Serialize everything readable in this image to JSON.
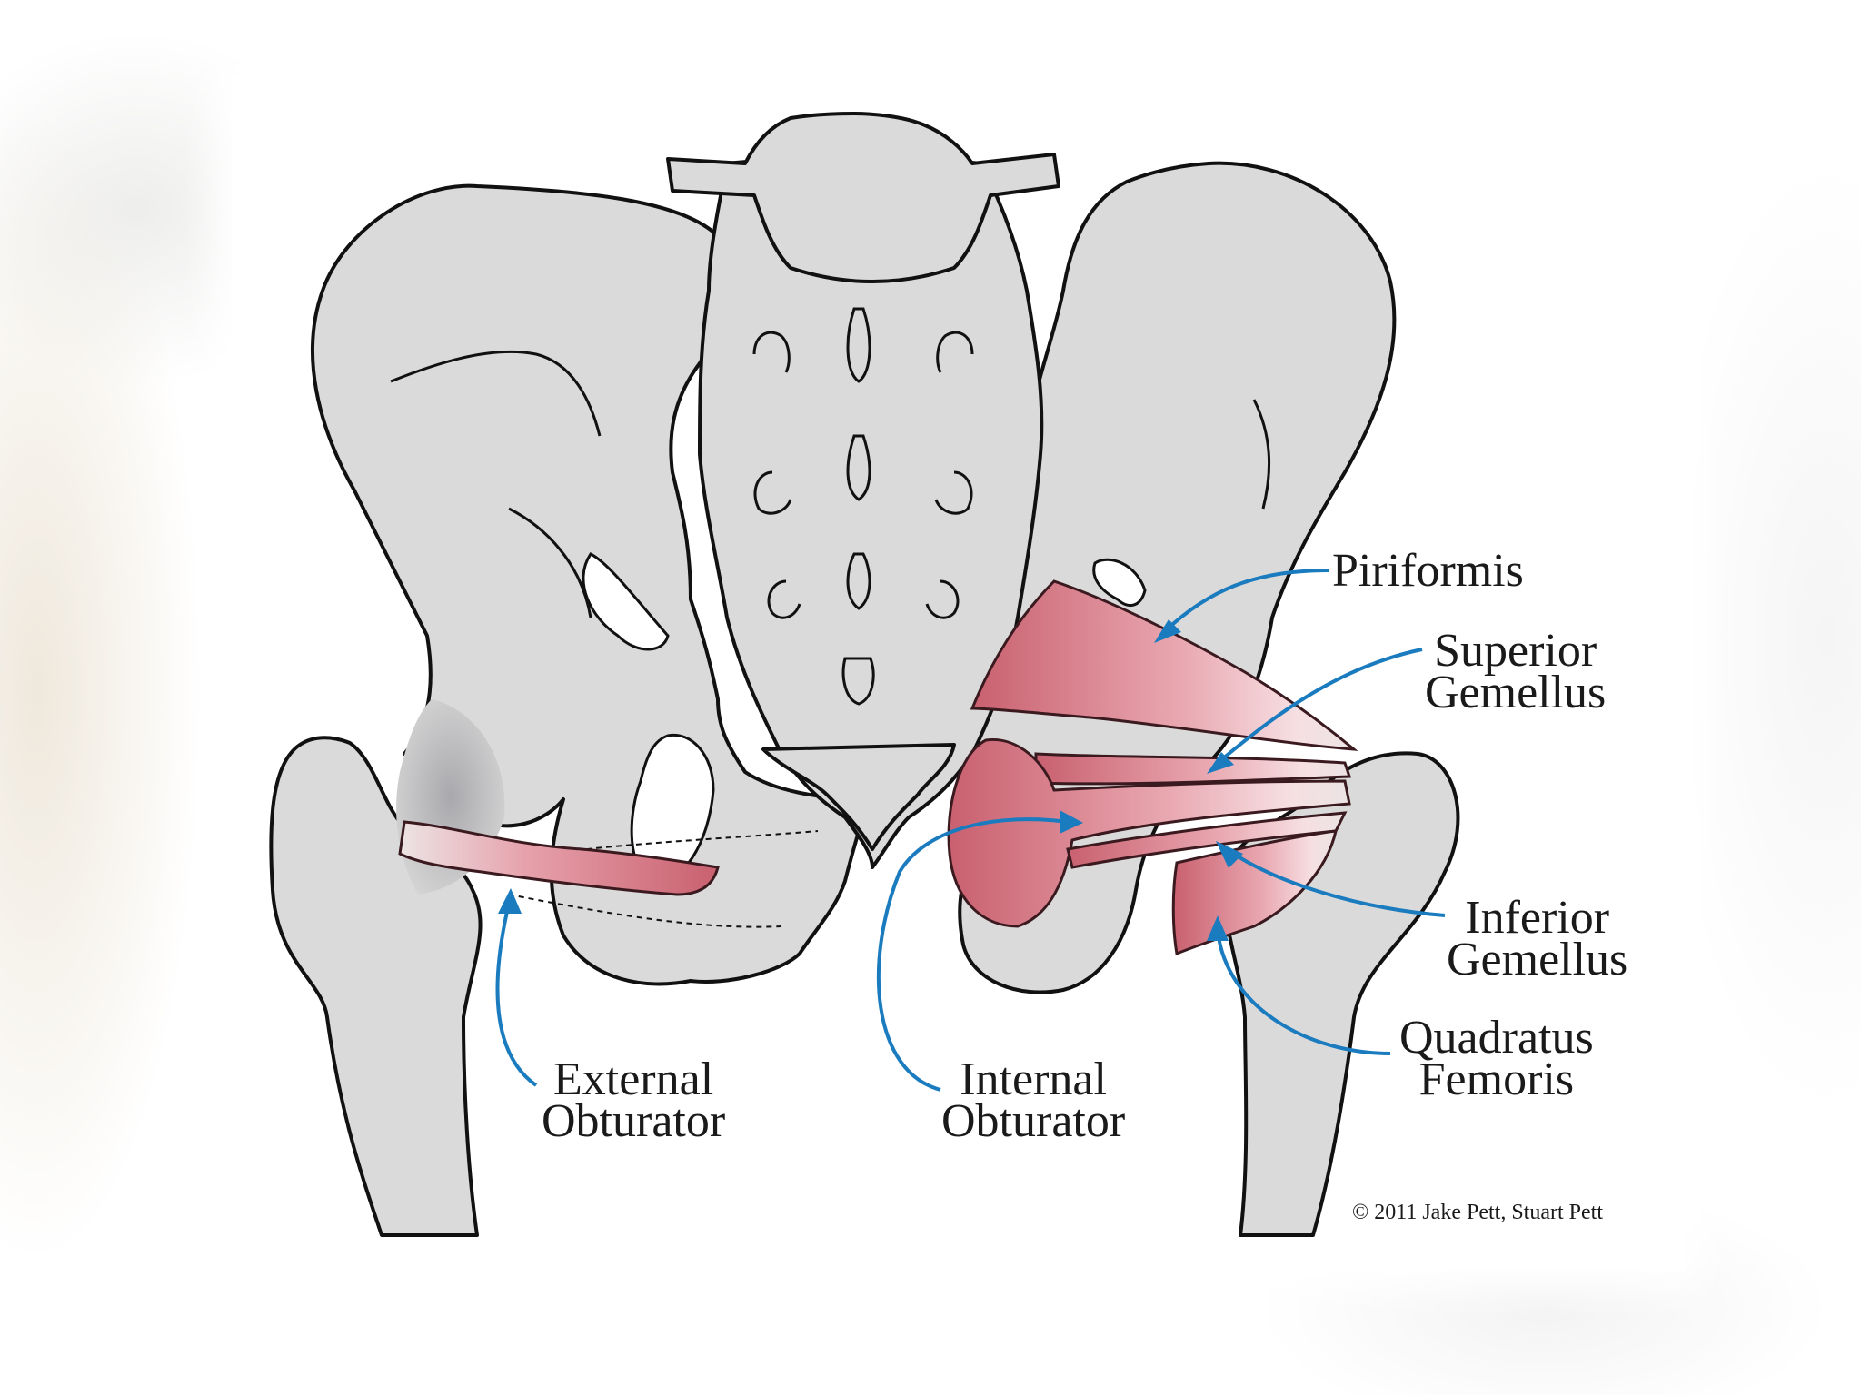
{
  "colors": {
    "bone_fill": "#dadada",
    "outline": "#111111",
    "arrow": "#1a7bbf",
    "muscle": "#d9818d",
    "muscle_light": "#f3d2d6"
  },
  "labels": {
    "piriformis": "Piriformis",
    "superior_gemellus": [
      "Superior",
      "Gemellus"
    ],
    "inferior_gemellus": [
      "Inferior",
      "Gemellus"
    ],
    "quadratus_femoris": [
      "Quadratus",
      "Femoris"
    ],
    "external_obturator": [
      "External",
      "Obturator"
    ],
    "internal_obturator": [
      "Internal",
      "Obturator"
    ]
  },
  "copyright": "© 2011 Jake Pett, Stuart Pett"
}
